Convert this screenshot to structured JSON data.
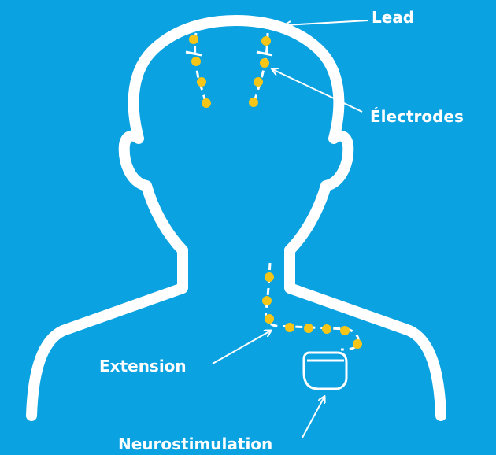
{
  "labels": {
    "lead": "Lead",
    "electrodes": "Électrodes",
    "extension": "Extension",
    "neurostimulation": "Neurostimulation"
  },
  "colors": {
    "background": "#0aa2e0",
    "outline": "#ffffff",
    "electrode": "#f5c518"
  }
}
